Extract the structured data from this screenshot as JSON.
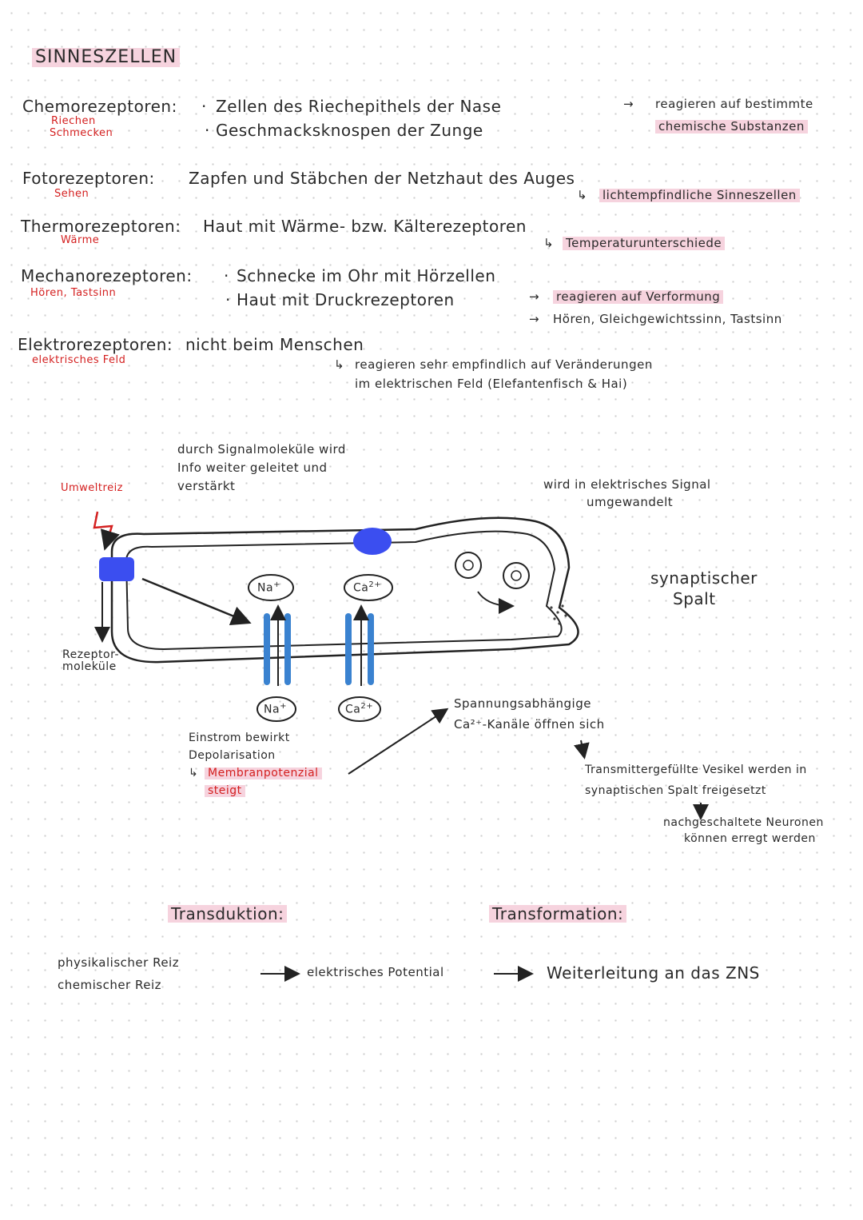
{
  "title": "SINNESZELLEN",
  "sections": {
    "chemo": {
      "label": "Chemorezeptoren:",
      "sense1": "Riechen",
      "sense2": "Schmecken",
      "item1": "Zellen des Riechepithels der Nase",
      "item2": "Geschmacksknospen der Zunge",
      "note1": "reagieren auf bestimmte",
      "note2": "chemische Substanzen"
    },
    "foto": {
      "label": "Fotorezeptoren:",
      "sense": "Sehen",
      "item": "Zapfen und Stäbchen der Netzhaut des Auges",
      "note": "lichtempfindliche Sinneszellen"
    },
    "thermo": {
      "label": "Thermorezeptoren:",
      "sense": "Wärme",
      "item": "Haut mit Wärme- bzw. Kälterezeptoren",
      "note": "Temperaturunterschiede"
    },
    "mechano": {
      "label": "Mechanorezeptoren:",
      "sense": "Hören, Tastsinn",
      "item1": "Schnecke im Ohr mit Hörzellen",
      "item2": "Haut mit Druckrezeptoren",
      "note1": "reagieren auf Verformung",
      "note2": "Hören, Gleichgewichtssinn, Tastsinn"
    },
    "elektro": {
      "label": "Elektrorezeptoren:",
      "sense": "elektrisches Feld",
      "item": "nicht beim Menschen",
      "note1": "reagieren sehr empfindlich auf Veränderungen",
      "note2": "im elektrischen Feld (Elefantenfisch & Hai)"
    }
  },
  "diagram": {
    "stimulus": "Umweltreiz",
    "receptor": "Rezeptor-\nmoleküle",
    "signal1": "durch Signalmoleküle wird",
    "signal2": "Info weiter geleitet und",
    "signal3": "verstärkt",
    "electric1": "wird in elektrisches Signal",
    "electric2": "umgewandelt",
    "cleft1": "synaptischer",
    "cleft2": "Spalt",
    "na_ion": "Na",
    "na_charge": "+",
    "ca_ion": "Ca",
    "ca_charge": "2+",
    "ca_charge_low": "2+",
    "influx1": "Einstrom bewirkt",
    "influx2": "Depolarisation",
    "influx3": "Membranpotenzial",
    "influx4": "steigt",
    "channels1": "Spannungsabhängige",
    "channels2": "Ca²⁺-Kanäle öffnen sich",
    "vesicle1": "Transmittergefüllte Vesikel werden in",
    "vesicle2": "synaptischen Spalt freigesetzt",
    "neuron1": "nachgeschaltete Neuronen",
    "neuron2": "können erregt werden"
  },
  "process": {
    "transduction": "Transduktion:",
    "transformation": "Transformation:",
    "stim1": "physikalischer Reiz",
    "stim2": "chemischer Reiz",
    "potential": "elektrisches Potential",
    "forward": "Weiterleitung an das ZNS"
  },
  "colors": {
    "highlight": "#f6d3de",
    "sense_red": "#d42020",
    "channel_blue": "#3a82d0",
    "protein_blue": "#3b4ef0"
  }
}
